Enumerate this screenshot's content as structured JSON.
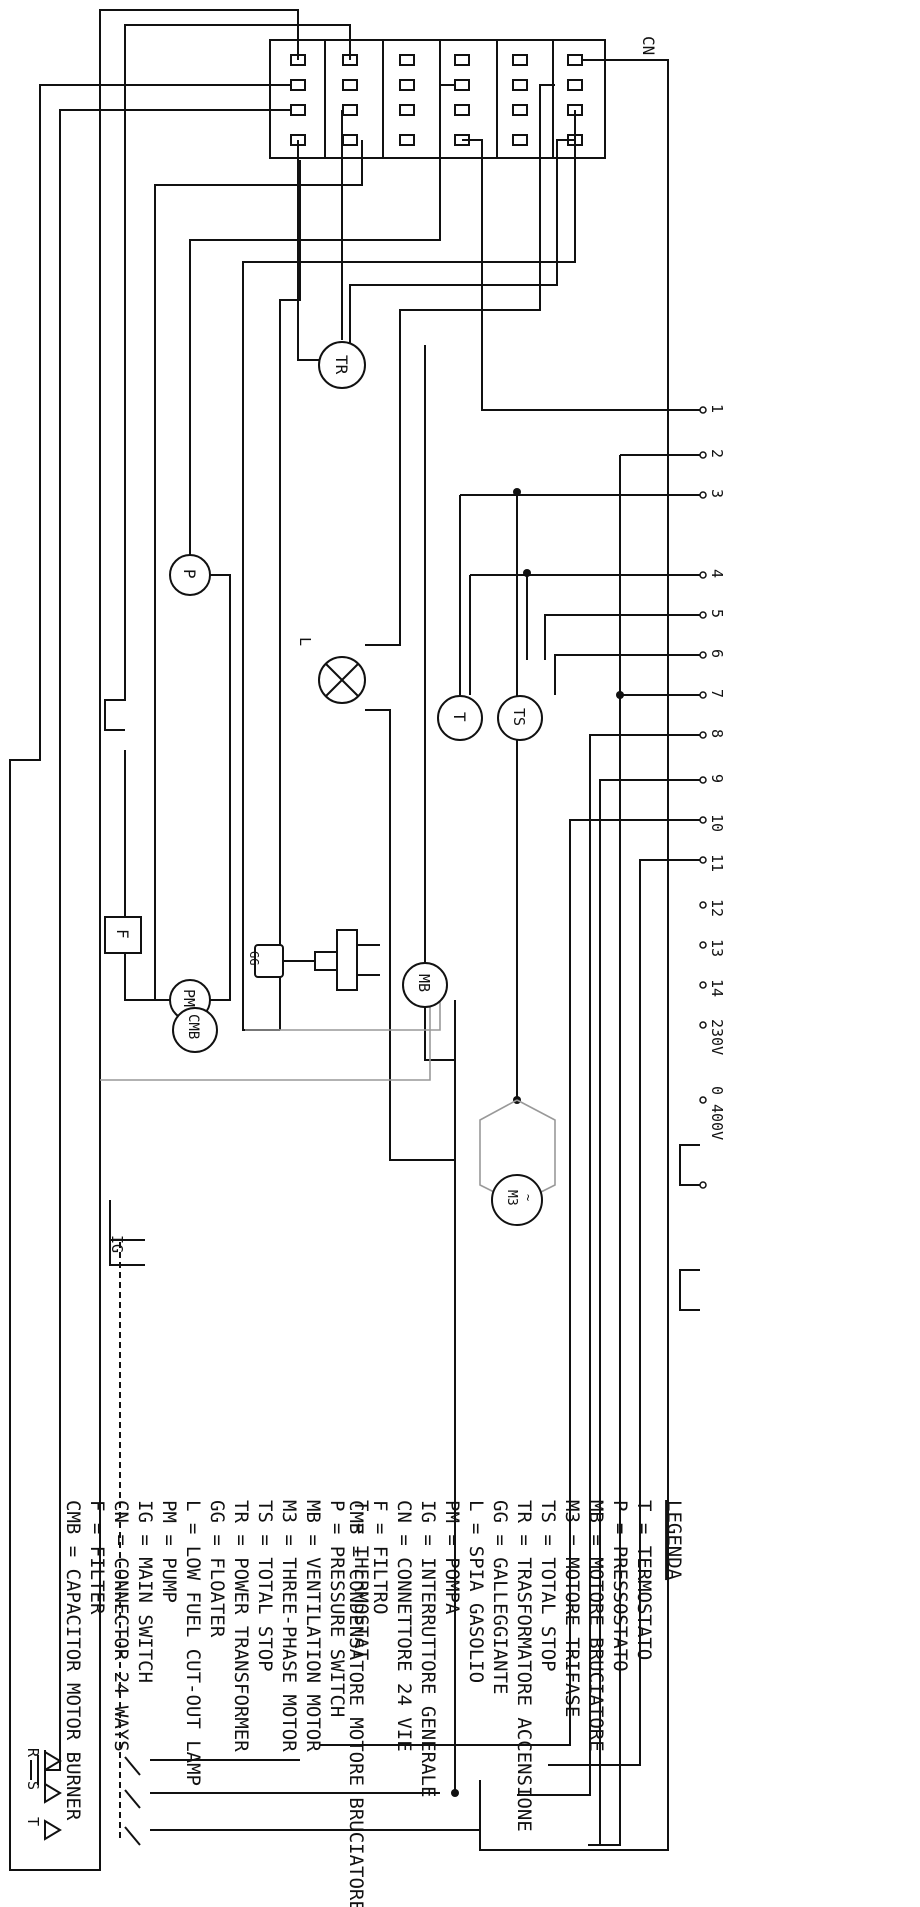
{
  "connector_label": "CN",
  "components": {
    "tr": "TR",
    "p": "P",
    "pm": "PM",
    "l": "L",
    "t": "T",
    "ts": "TS",
    "mb": "MB",
    "cmb": "CMB",
    "f": "F",
    "gg": "GG",
    "ig": "IG",
    "m3": "M3"
  },
  "phases": {
    "r": "R",
    "s": "S",
    "t": "T"
  },
  "terminals": [
    "1",
    "2",
    "3",
    "4",
    "5",
    "6",
    "7",
    "8",
    "9",
    "10",
    "11",
    "12",
    "13",
    "14",
    "230V",
    "0",
    "400V"
  ],
  "legend_it": {
    "title": "LEGENDA",
    "items": [
      "T = TERMOSTATO",
      "P = PRESSOSTATO",
      "MB = MOTORE BRUCIATORE",
      "M3 = MOTORE TRIFASE",
      "TS = TOTAL STOP",
      "TR = TRASFORMATORE ACCENSIONE",
      "GG = GALLEGGIANTE",
      "L = SPIA GASOLIO",
      "PM = POMPA",
      "IG = INTERRUTTORE GENERALE",
      "CN = CONNETTORE 24 VIE",
      "F = FILTRO",
      "CMB = CONDENSATORE MOTORE BRUCIATORE"
    ]
  },
  "legend_en": {
    "items": [
      "T = THERMOSTAT",
      "P = PRESSURE SWITCH",
      "MB = VENTILATION MOTOR",
      "M3 = THREE-PHASE MOTOR",
      "TS = TOTAL STOP",
      "TR = POWER TRANSFORMER",
      "GG = FLOATER",
      "L = LOW FUEL CUT-OUT LAMP",
      "PM = PUMP",
      "IG = MAIN SWITCH",
      "CN = CONNECTOR 24 WAYS",
      "F = FILTER",
      "CMB = CAPACITOR MOTOR BURNER"
    ]
  }
}
